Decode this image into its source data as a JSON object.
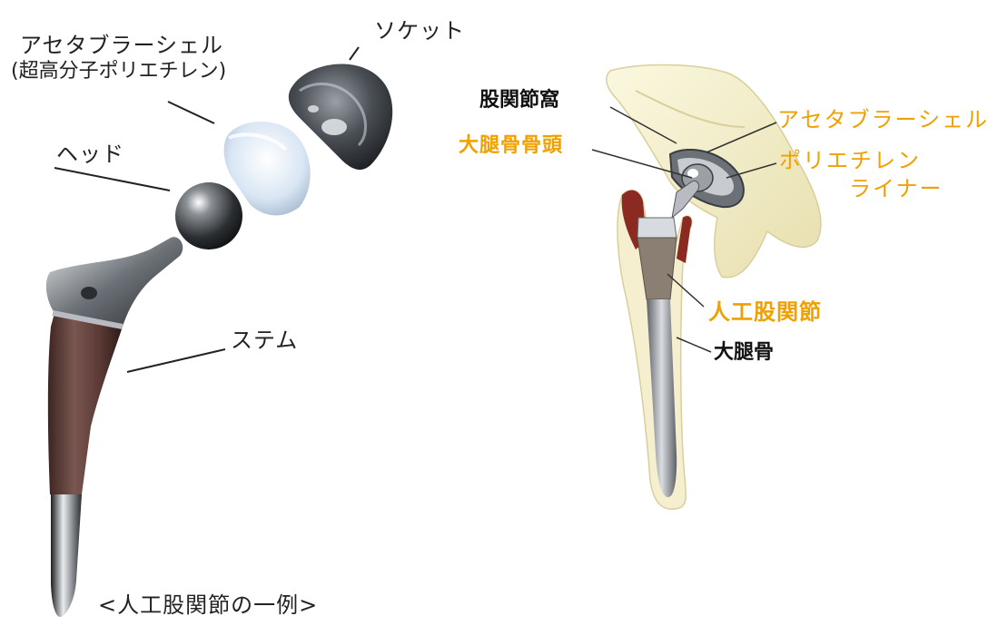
{
  "labels": {
    "socket": "ソケット",
    "acetabular_shell_line1": "アセタブラーシェル",
    "acetabular_shell_line2": "(超高分子ポリエチレン)",
    "head": "ヘッド",
    "stem": "ステム",
    "caption": "<人工股関節の一例>",
    "hip_socket": "股関節窩",
    "femoral_head": "大腿骨骨頭",
    "acetabular_shell_right": "アセタブラーシェル",
    "polyethylene_liner_line1": "ポリエチレン",
    "polyethylene_liner_line2": "ライナー",
    "artificial_hip_joint": "人工股関節",
    "femur": "大腿骨"
  },
  "colors": {
    "label_dark": "#111111",
    "label_orange": "#f0a000",
    "bone": "#f3eec4",
    "metal": "#b8bcc2",
    "stem_brown": "#6e4a45",
    "cartilage_red": "#8a2a20"
  }
}
